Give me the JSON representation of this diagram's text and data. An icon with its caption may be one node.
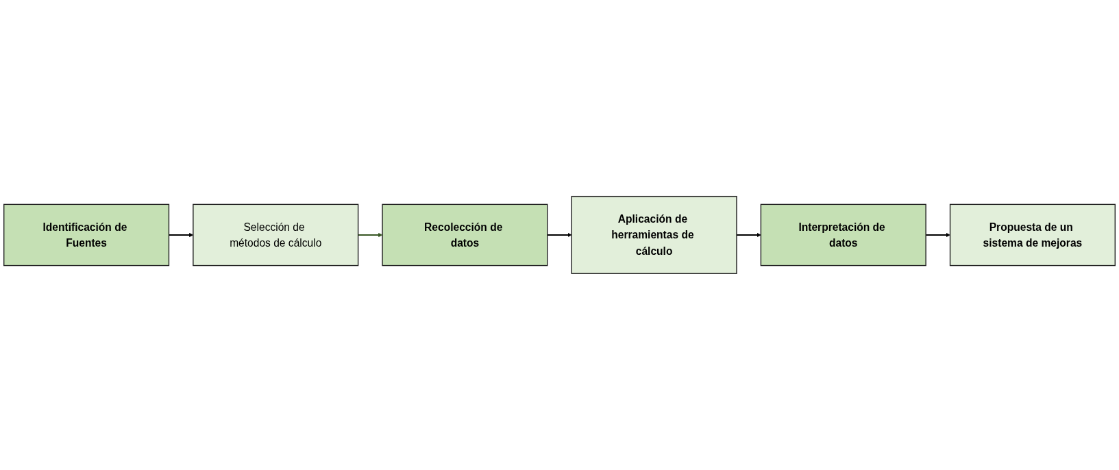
{
  "diagram": {
    "nodes": [
      {
        "text": [
          "Identificación de Fuentes"
        ]
      },
      {
        "text": [
          "Selección de métodos de cálculo"
        ]
      },
      {
        "text": [
          "Recolección de datos"
        ]
      },
      {
        "text": [
          "Aplicación de herramientas de cálculo"
        ]
      },
      {
        "text": [
          "Interpretación de datos"
        ]
      },
      {
        "text": [
          "Propuesta de un sistema de mejoras"
        ]
      }
    ],
    "edges": [
      {
        "from": 0,
        "to": 1,
        "arrow": "to"
      },
      {
        "from": 1,
        "to": 2,
        "arrow": "to",
        "color": "#375623"
      },
      {
        "from": 2,
        "to": 3,
        "arrow": "to"
      },
      {
        "from": 3,
        "to": 4,
        "arrow": "to"
      },
      {
        "from": 4,
        "to": 5,
        "arrow": "to"
      }
    ]
  }
}
